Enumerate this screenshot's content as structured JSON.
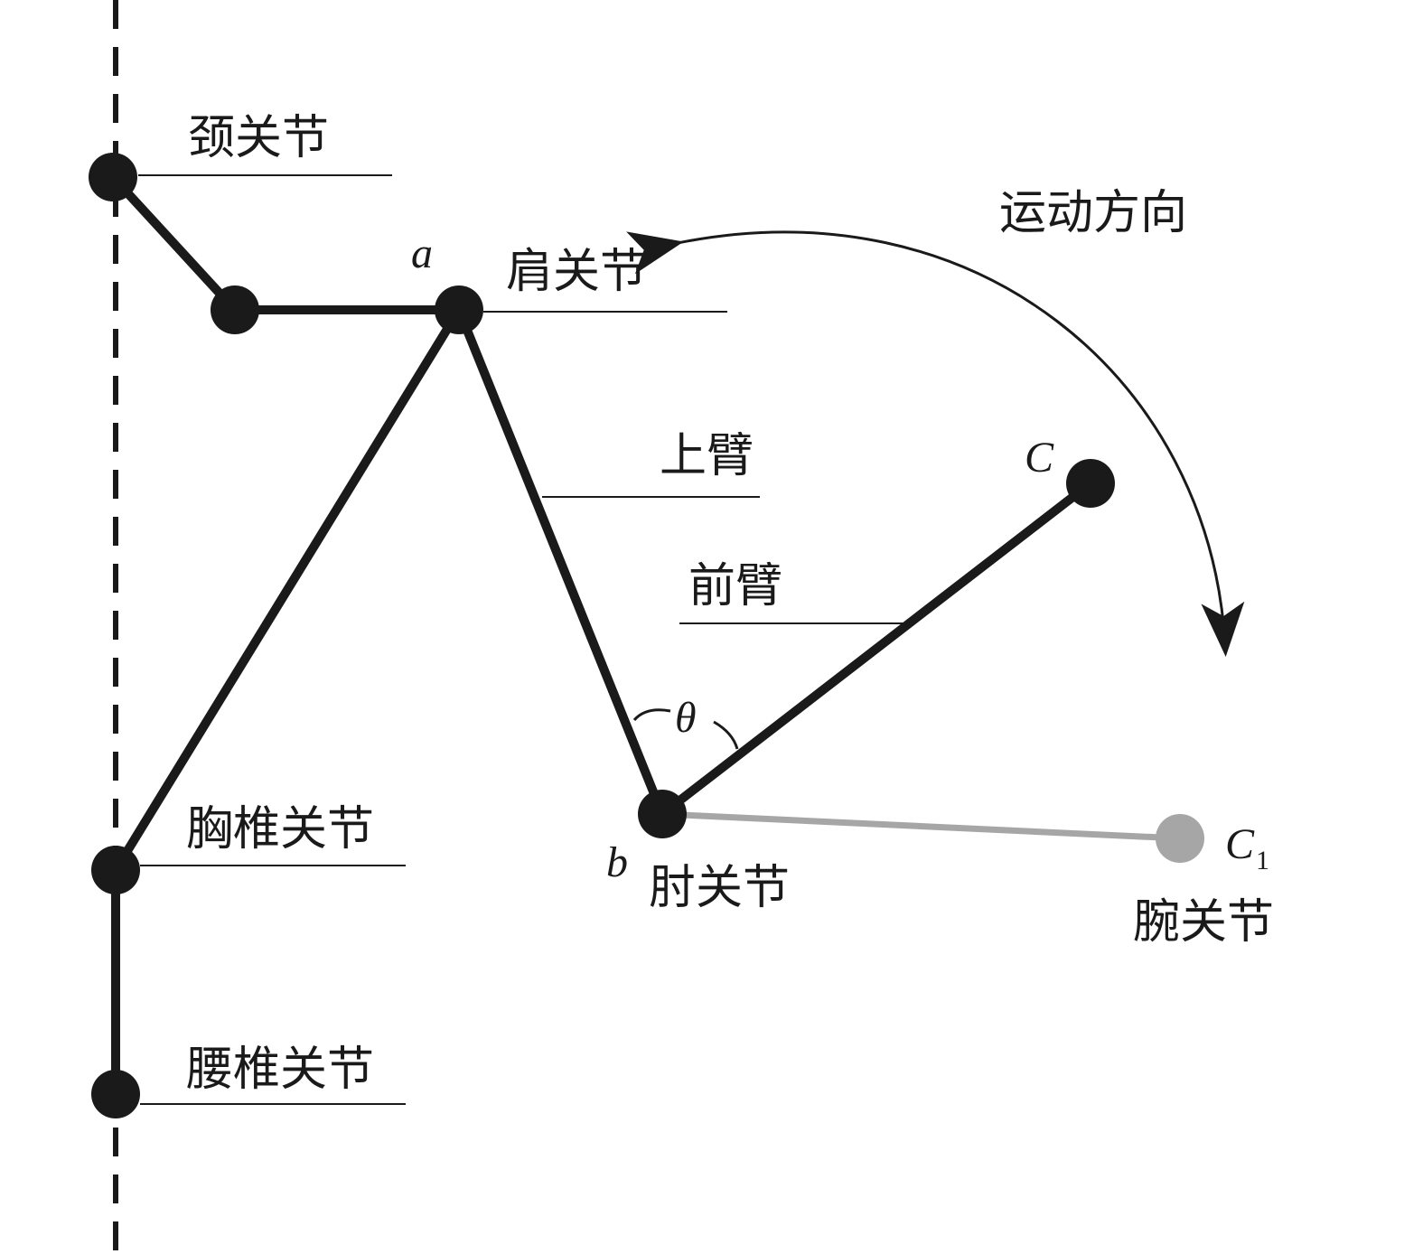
{
  "labels": {
    "neck": "颈关节",
    "shoulder": "肩关节",
    "upper_arm": "上臂",
    "forearm": "前臂",
    "thoracic": "胸椎关节",
    "lumbar": "腰椎关节",
    "elbow": "肘关节",
    "wrist": "腕关节",
    "motion": "运动方向"
  },
  "points": {
    "a": "a",
    "b": "b",
    "c": "C",
    "c1_main": "C",
    "c1_sub": "1",
    "theta": "θ"
  },
  "colors": {
    "ink": "#1a1a1a",
    "ghost": "#a6a6a6"
  }
}
